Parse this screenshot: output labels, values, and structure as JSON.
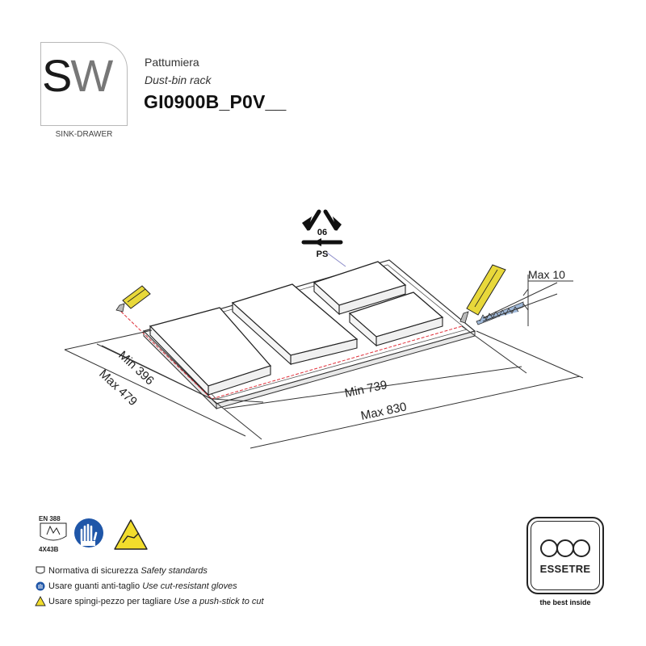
{
  "header": {
    "logo_letters_s": "S",
    "logo_letters_w": "W",
    "logo_caption": "SINK-DRAWER",
    "title_it": "Pattumiera",
    "title_en": "Dust-bin rack",
    "product_code": "GI0900B_P0V__"
  },
  "recycling": {
    "code": "06",
    "material": "PS"
  },
  "dimensions": {
    "max_thickness": "Max 10",
    "min_depth": "Min 396",
    "max_depth": "Max 479",
    "min_width": "Min 739",
    "max_width": "Max 830"
  },
  "safety": {
    "standard_name": "EN 388",
    "standard_code": "4X43B",
    "items": [
      {
        "it": "Normativa di sicurezza",
        "en": "Safety standards"
      },
      {
        "it": "Usare guanti anti-taglio",
        "en": "Use cut-resistant gloves"
      },
      {
        "it": "Usare spingi-pezzo per tagliare",
        "en": "Use a push-stick to cut"
      }
    ]
  },
  "brand": {
    "name": "ESSETRE",
    "tagline": "the best inside"
  },
  "colors": {
    "glove_blue": "#1f56a8",
    "warning_yellow": "#f2dd2c",
    "knife_yellow": "#e8d83a",
    "cut_line_red": "#e0303a",
    "gray_text": "#777777"
  }
}
